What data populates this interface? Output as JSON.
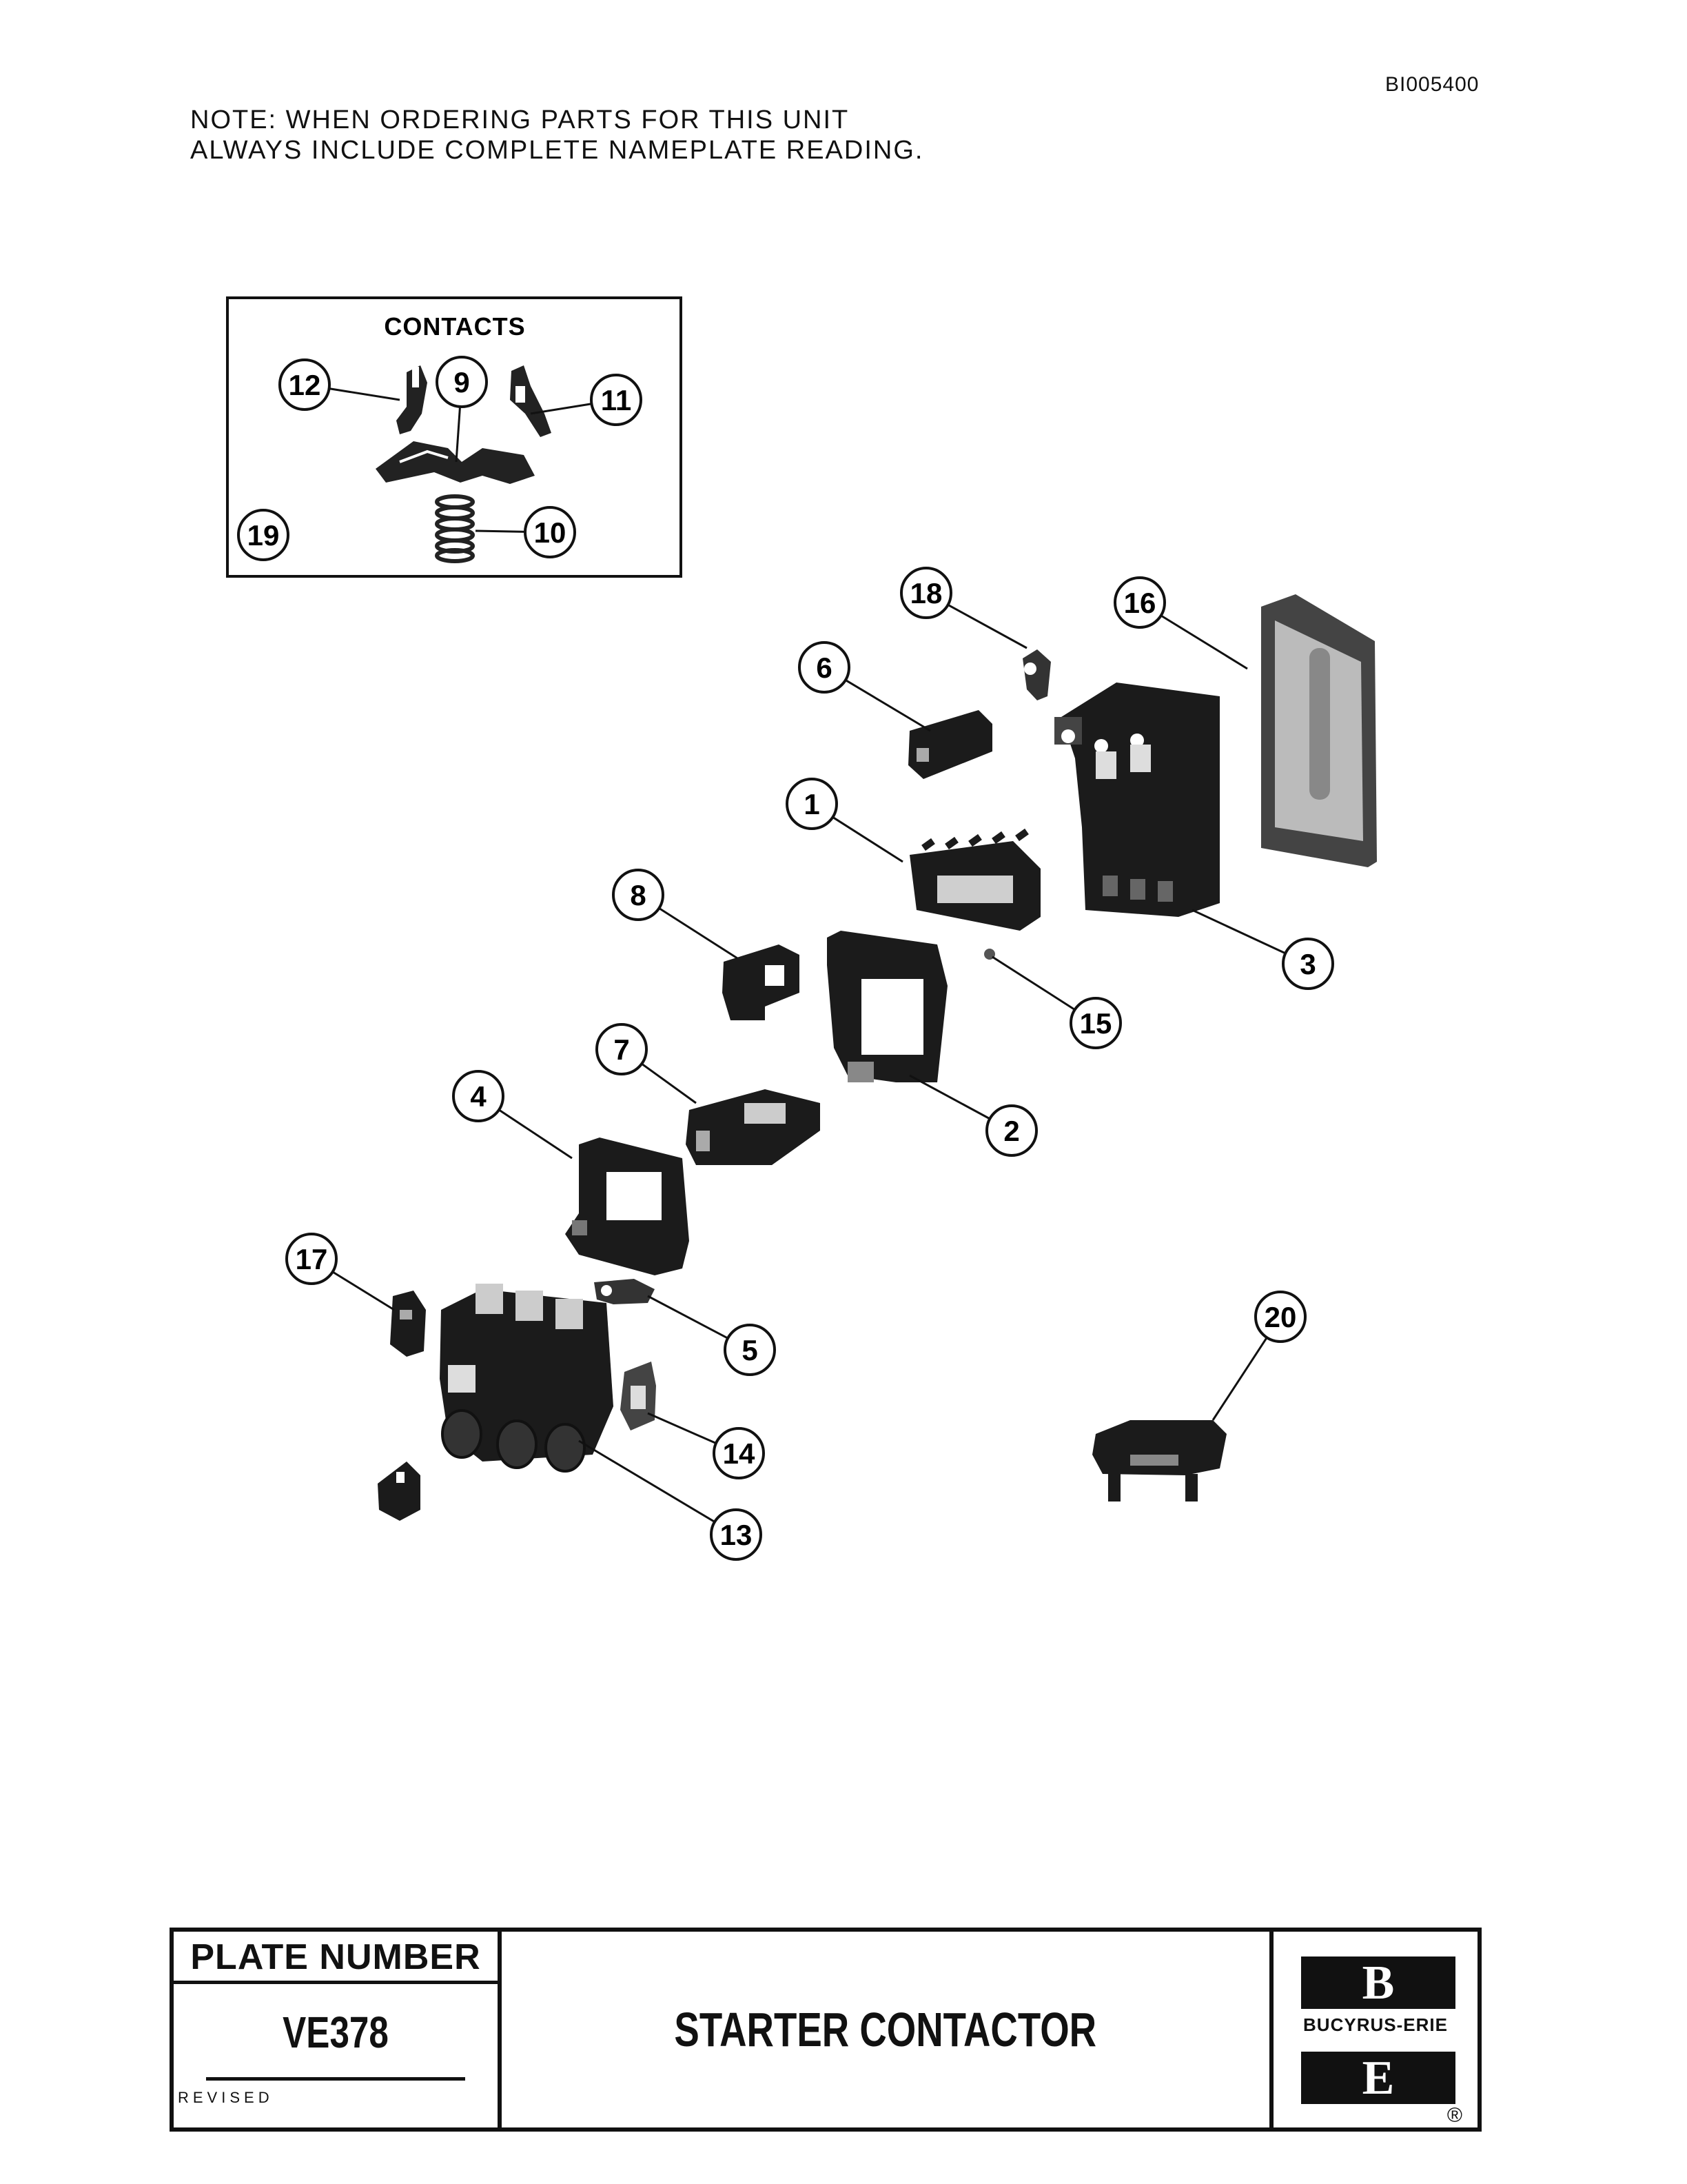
{
  "document_id": "BI005400",
  "note": {
    "line1": "NOTE:  WHEN ORDERING PARTS FOR THIS UNIT",
    "line2": "ALWAYS INCLUDE COMPLETE NAMEPLATE READING."
  },
  "contacts_inset": {
    "title": "CONTACTS"
  },
  "callouts": [
    "1",
    "2",
    "3",
    "4",
    "5",
    "6",
    "7",
    "8",
    "9",
    "10",
    "11",
    "12",
    "13",
    "14",
    "15",
    "16",
    "17",
    "18",
    "19",
    "20"
  ],
  "title_block": {
    "plate_number_label": "PLATE NUMBER",
    "plate_number": "VE378",
    "revised_label": "REVISED",
    "title": "STARTER CONTACTOR",
    "logo_letter_top": "B",
    "logo_text": "BUCYRUS-ERIE",
    "logo_letter_bottom": "E",
    "registered_mark": "®"
  }
}
